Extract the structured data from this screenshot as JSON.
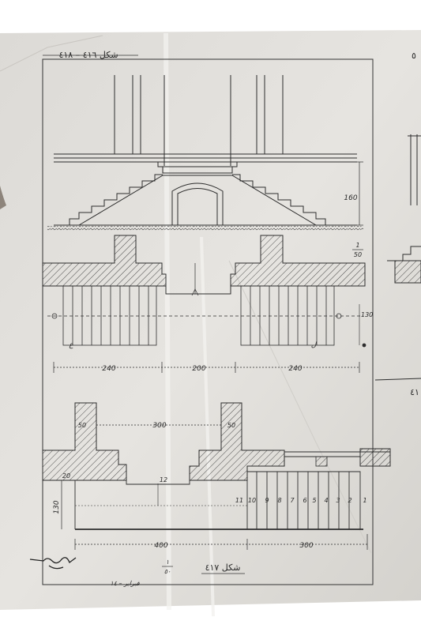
{
  "sheet": {
    "title_top": "شكل ٤١٦ – ٤١٨",
    "title_bottom": "شكل ٤١٧",
    "scale_num": "١",
    "scale_den": "٥٠",
    "date_stamp": "فبراير – ١٤",
    "side_label": "٤١",
    "corner_mark": "٥",
    "signature": "signature"
  },
  "upper_drawing": {
    "dim_height": "160",
    "scale_num": "1",
    "scale_den": "50",
    "dim_side": "130",
    "letter_left": "ع",
    "letter_right": "ل",
    "dim_left": "240",
    "dim_center": "200",
    "dim_right": "240"
  },
  "lower_drawing": {
    "dim_top": "300",
    "dim_col_left": "50",
    "dim_col_right": "50",
    "dim_small_left": "20",
    "dim_small_mid": "12",
    "dim_height": "130",
    "step_numbers": [
      "11",
      "10",
      "9",
      "8",
      "7",
      "6",
      "5",
      "4",
      "3",
      "2",
      "1"
    ],
    "dim_bottom_left": "400",
    "dim_bottom_right": "300"
  }
}
